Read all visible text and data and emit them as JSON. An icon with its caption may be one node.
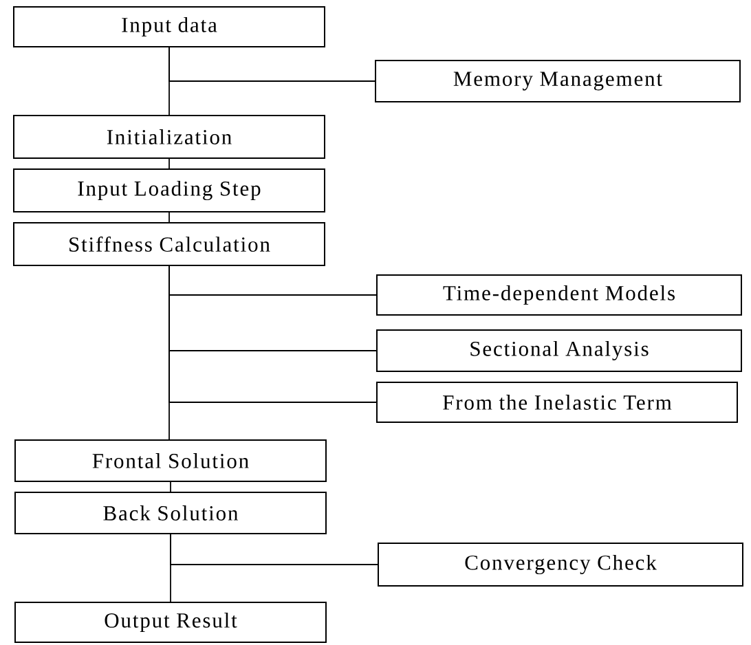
{
  "diagram": {
    "nodes": [
      {
        "text": [
          "Input data"
        ]
      },
      {
        "text": [
          "Memory Management"
        ]
      },
      {
        "text": [
          "Initialization"
        ]
      },
      {
        "text": [
          "Input Loading Step"
        ]
      },
      {
        "text": [
          "Stiffness Calculation"
        ]
      },
      {
        "text": [
          "Time-dependent Models"
        ]
      },
      {
        "text": [
          "Sectional Analysis"
        ]
      },
      {
        "text": [
          "From the Inelastic Term"
        ]
      },
      {
        "text": [
          "Frontal Solution"
        ]
      },
      {
        "text": [
          "Back Solution"
        ]
      },
      {
        "text": [
          "Convergency Check"
        ]
      },
      {
        "text": [
          "Output Result"
        ]
      }
    ],
    "edges": [
      {
        "from": 0,
        "to": 2,
        "arrow": "none"
      },
      {
        "from": 0,
        "to": 1,
        "arrow": "none"
      },
      {
        "from": 2,
        "to": 3,
        "arrow": "none"
      },
      {
        "from": 3,
        "to": 4,
        "arrow": "none"
      },
      {
        "from": 4,
        "to": 8,
        "arrow": "none"
      },
      {
        "from": 4,
        "to": 5,
        "arrow": "none"
      },
      {
        "from": 4,
        "to": 6,
        "arrow": "none"
      },
      {
        "from": 4,
        "to": 7,
        "arrow": "none"
      },
      {
        "from": 8,
        "to": 9,
        "arrow": "none"
      },
      {
        "from": 9,
        "to": 11,
        "arrow": "none"
      },
      {
        "from": 9,
        "to": 10,
        "arrow": "none"
      }
    ]
  }
}
